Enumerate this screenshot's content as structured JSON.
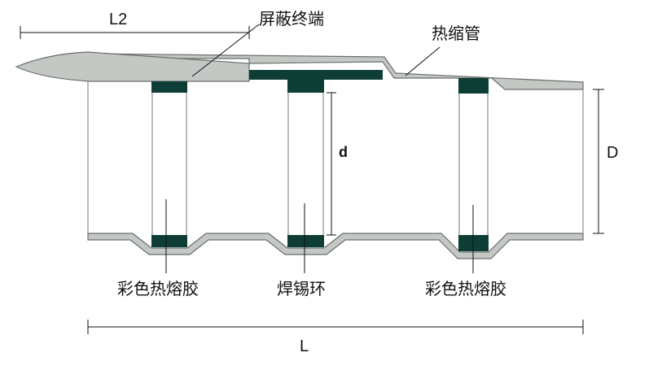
{
  "labels": {
    "shield_terminal": "屏蔽终端",
    "heat_shrink_tube": "热缩管",
    "color_hot_melt_left": "彩色热熔胶",
    "solder_ring": "焊锡环",
    "color_hot_melt_right": "彩色热熔胶"
  },
  "dimensions": {
    "L2": "L2",
    "d": "d",
    "D": "D",
    "L": "L"
  },
  "colors": {
    "tube_fill": "#c4c8c4",
    "tube_stroke": "#6b6f6b",
    "band_dark": "#0e3d36",
    "outline": "#777777",
    "ink": "#111111"
  }
}
